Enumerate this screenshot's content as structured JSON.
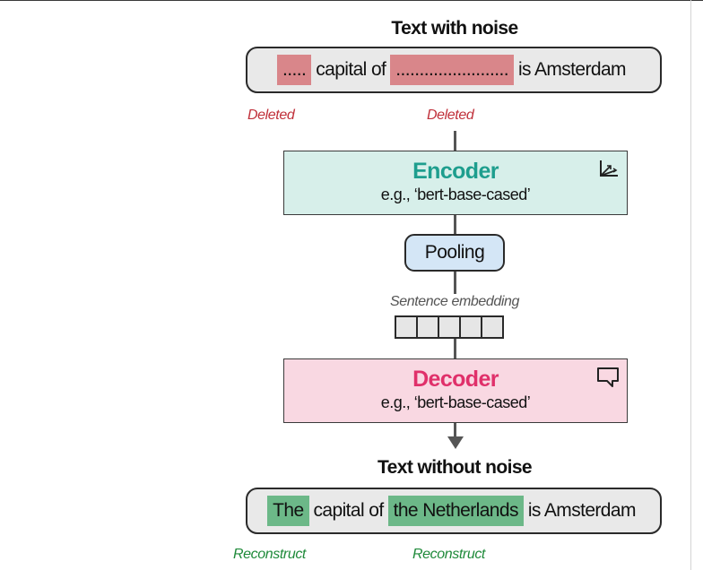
{
  "top": {
    "heading": "Text with noise",
    "sentence": {
      "seg1": ".....",
      "seg2": "capital of",
      "seg3": "........................",
      "seg4": "is Amsterdam"
    },
    "tags": [
      "Deleted",
      "Deleted"
    ]
  },
  "encoder": {
    "title": "Encoder",
    "subtitle": "e.g., ‘bert-base-cased’",
    "icon": "chart-axes-icon"
  },
  "pooling": {
    "label": "Pooling"
  },
  "embedding": {
    "label": "Sentence embedding",
    "cells": 5
  },
  "decoder": {
    "title": "Decoder",
    "subtitle": "e.g., ‘bert-base-cased’",
    "icon": "speech-bubble-icon"
  },
  "bottom": {
    "heading": "Text without noise",
    "sentence": {
      "seg1": "The",
      "seg2": "capital of",
      "seg3": "the Netherlands",
      "seg4": "is Amsterdam"
    },
    "tags": [
      "Reconstruct",
      "Reconstruct"
    ]
  },
  "colors": {
    "deleted_highlight": "#d9868a",
    "deleted_text": "#c0303a",
    "reconstruct_highlight": "#6cb888",
    "reconstruct_text": "#1f8a3a",
    "encoder_fill": "#d7efea",
    "encoder_title": "#1e9e8e",
    "decoder_fill": "#f9d8e2",
    "decoder_title": "#e0306a",
    "pooling_fill": "#d4e6f6"
  }
}
